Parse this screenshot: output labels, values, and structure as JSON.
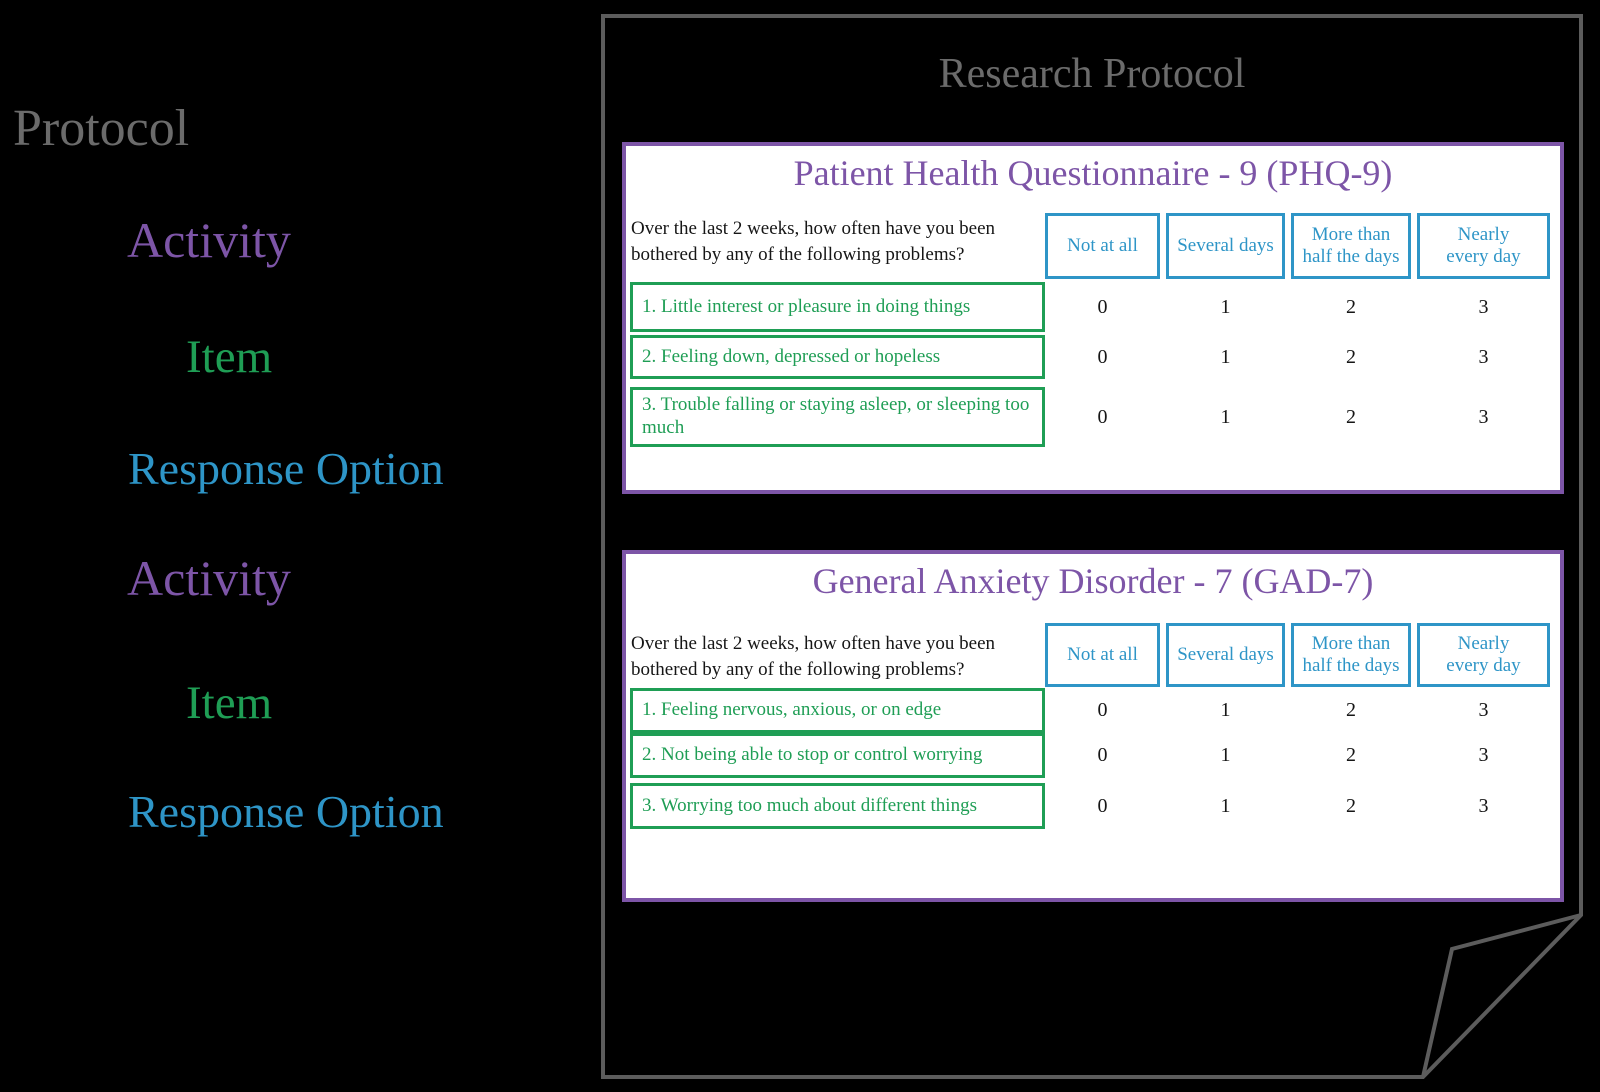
{
  "colors": {
    "background": "#000000",
    "page_outline": "#5c5c5c",
    "heading_gray": "#6b6b6b",
    "activity_purple": "#7d55a7",
    "item_green": "#1f9e55",
    "response_blue": "#2e95c7",
    "ink": "#161616",
    "card_background": "#ffffff"
  },
  "legend": {
    "protocol": "Protocol",
    "groups": [
      {
        "activity": "Activity",
        "item": "Item",
        "response_option": "Response Option"
      },
      {
        "activity": "Activity",
        "item": "Item",
        "response_option": "Response Option"
      }
    ]
  },
  "page": {
    "title": "Research Protocol",
    "questionnaires": [
      {
        "title": "Patient Health Questionnaire - 9 (PHQ-9)",
        "prompt_lines": [
          "Over the last 2 weeks, how often have you been",
          "bothered by any of the following problems?"
        ],
        "response_options": [
          "Not at all",
          "Several days",
          "More than half the days",
          "Nearly every day"
        ],
        "items": [
          {
            "label": "1. Little interest or pleasure in doing things",
            "values": [
              "0",
              "1",
              "2",
              "3"
            ]
          },
          {
            "label": "2. Feeling down, depressed or hopeless",
            "values": [
              "0",
              "1",
              "2",
              "3"
            ]
          },
          {
            "label": "3. Trouble falling or staying asleep, or sleeping too much",
            "values": [
              "0",
              "1",
              "2",
              "3"
            ]
          }
        ]
      },
      {
        "title": "General Anxiety Disorder - 7 (GAD-7)",
        "prompt_lines": [
          "Over the last 2 weeks, how often have you been",
          "bothered by any of the following problems?"
        ],
        "response_options": [
          "Not at all",
          "Several days",
          "More than half the days",
          "Nearly every day"
        ],
        "items": [
          {
            "label": "1. Feeling nervous, anxious, or on edge",
            "values": [
              "0",
              "1",
              "2",
              "3"
            ]
          },
          {
            "label": "2. Not being able to stop or control worrying",
            "values": [
              "0",
              "1",
              "2",
              "3"
            ]
          },
          {
            "label": "3. Worrying too much about different things",
            "values": [
              "0",
              "1",
              "2",
              "3"
            ]
          }
        ]
      }
    ]
  }
}
